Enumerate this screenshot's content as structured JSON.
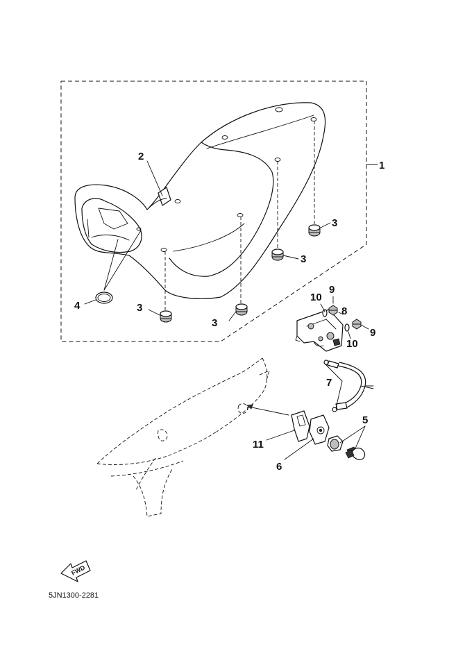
{
  "callouts": {
    "c1": "1",
    "c2": "2",
    "c3a": "3",
    "c3b": "3",
    "c3c": "3",
    "c3d": "3",
    "c4": "4",
    "c5": "5",
    "c6": "6",
    "c7": "7",
    "c8": "8",
    "c9a": "9",
    "c9b": "9",
    "c10a": "10",
    "c10b": "10",
    "c11": "11"
  },
  "direction_arrow": {
    "label": "FWD",
    "icon": "fwd-arrow-icon"
  },
  "part_code": "5JN1300-2281"
}
